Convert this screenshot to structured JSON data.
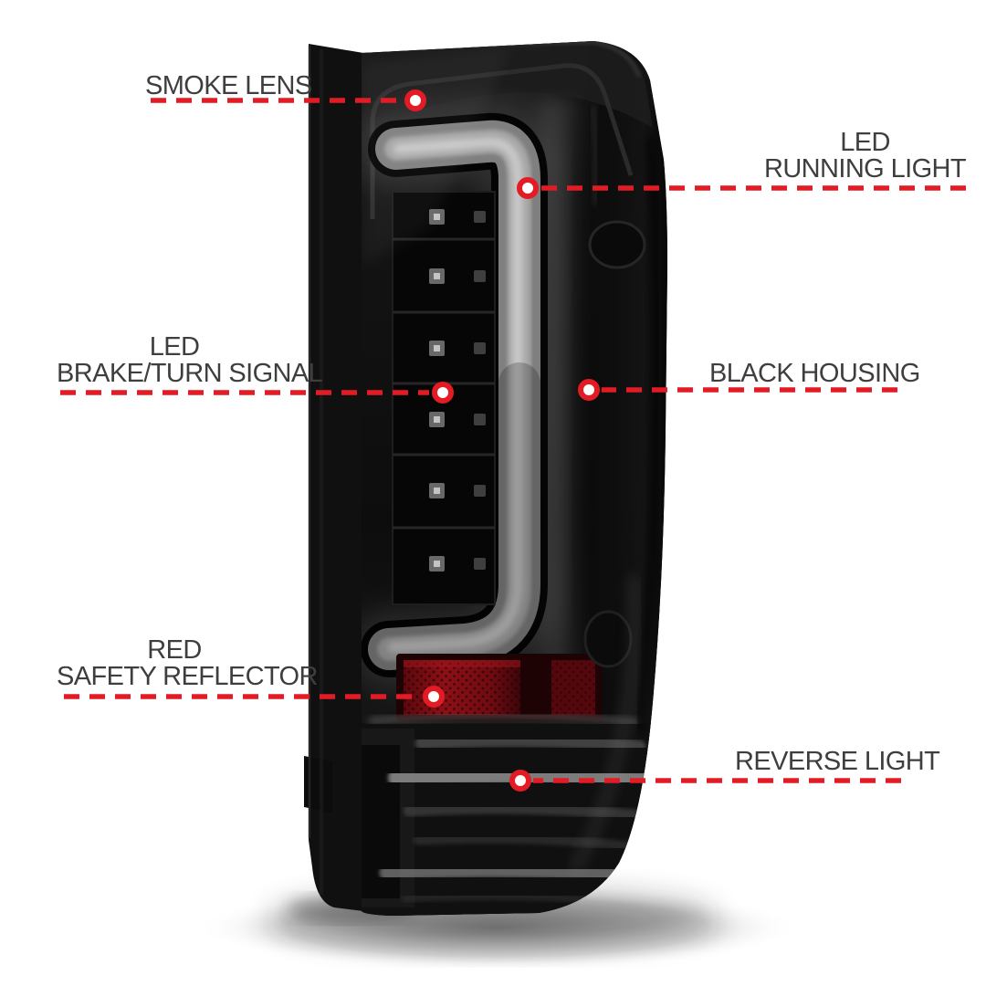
{
  "style": {
    "accent_red": "#e31b25",
    "label_color": "#3e3e3e",
    "background": "#ffffff"
  },
  "product": {
    "illustration": "smoked-led-tail-light-photo"
  },
  "annotations": {
    "smoke_lens": {
      "line1": "SMOKE LENS"
    },
    "led_running_light": {
      "line1": "LED",
      "line2": "RUNNING LIGHT"
    },
    "led_brake_turn_signal": {
      "line1": "LED",
      "line2": "BRAKE/TURN SIGNAL"
    },
    "black_housing": {
      "line1": "BLACK HOUSING"
    },
    "red_safety_reflector": {
      "line1": "RED",
      "line2": "SAFETY REFLECTOR"
    },
    "reverse_light": {
      "line1": "REVERSE LIGHT"
    }
  }
}
